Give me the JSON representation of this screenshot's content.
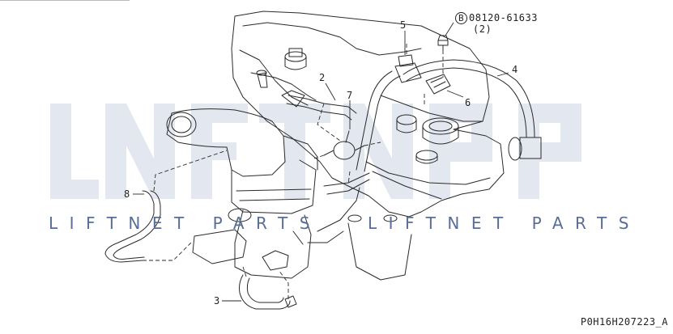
{
  "diagram": {
    "bolt_callout": {
      "symbol": "B",
      "part_number": "08120-61633",
      "quantity": "(2)"
    },
    "callouts": [
      "2",
      "3",
      "4",
      "5",
      "6",
      "7",
      "8"
    ],
    "figure_code": "P0H16H207223_A"
  },
  "watermark": {
    "logo": "LNFTNP",
    "text_left": "LIFTNET PARTS",
    "text_right": "LIFTNET PARTS",
    "color": "#5a6d96"
  },
  "colors": {
    "line": "#2a2a2a",
    "watermark": "#e3e7f0"
  }
}
